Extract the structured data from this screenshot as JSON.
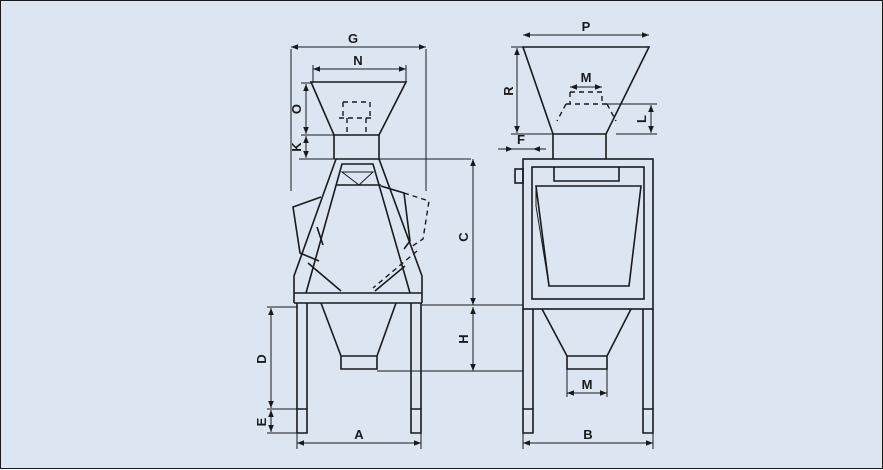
{
  "background_color": "#dce6f2",
  "line_color": "#1a1a1a",
  "dimension_labels": {
    "G": "G",
    "N": "N",
    "O": "O",
    "K": "K",
    "C": "C",
    "H": "H",
    "D": "D",
    "E": "E",
    "A": "A",
    "P": "P",
    "M_top": "M",
    "R": "R",
    "L": "L",
    "F": "F",
    "M_bottom": "M",
    "B": "B"
  }
}
